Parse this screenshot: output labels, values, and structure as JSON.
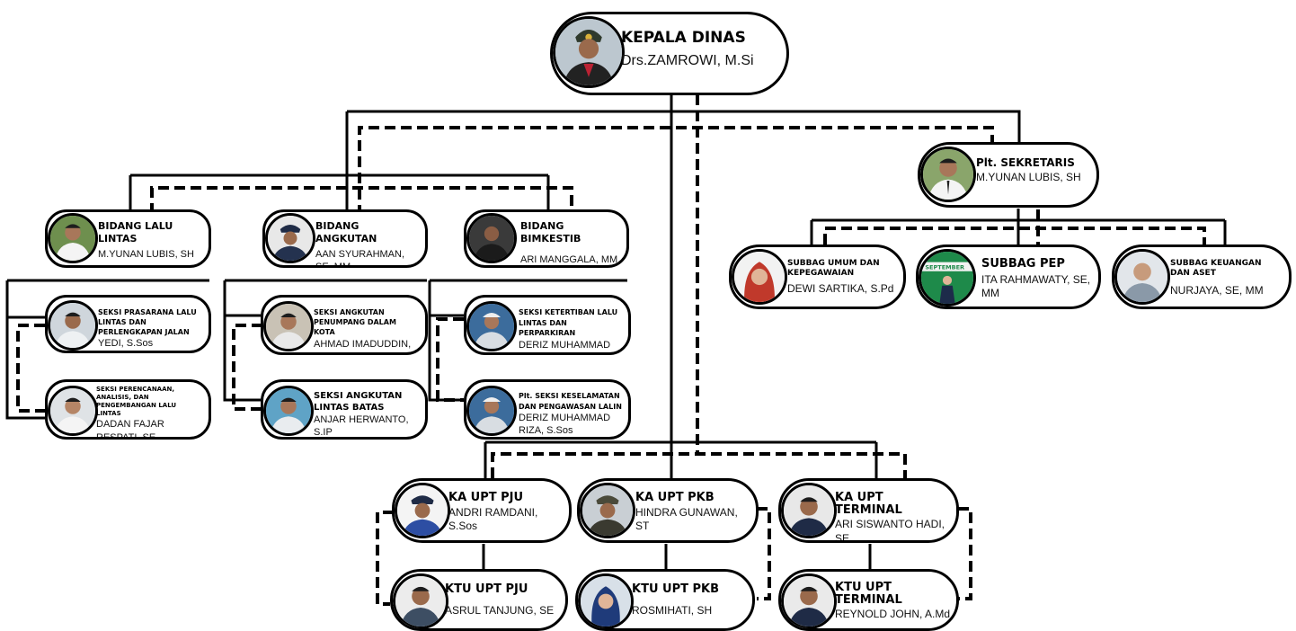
{
  "head": {
    "title": "KEPALA DINAS",
    "name": "Drs.ZAMROWI, M.Si"
  },
  "sekretaris": {
    "title": "Plt. SEKRETARIS",
    "name": "M.YUNAN LUBIS, SH"
  },
  "bidang": [
    {
      "title": "BIDANG LALU LINTAS",
      "name": "M.YUNAN LUBIS, SH"
    },
    {
      "title": "BIDANG ANGKUTAN",
      "name": "AAN SYURAHMAN, SE, MM"
    },
    {
      "title": "BIDANG BIMKESTIB",
      "name": "ARI MANGGALA, MM"
    }
  ],
  "seksi": [
    {
      "title": "SEKSI PRASARANA LALU LINTAS DAN PERLENGKAPAN JALAN",
      "name": "YEDI, S.Sos"
    },
    {
      "title": "SEKSI PERENCANAAN, ANALISIS, DAN PENGEMBANGAN LALU LINTAS",
      "name": "DADAN FAJAR RESPATI, SE"
    },
    {
      "title": "SEKSI ANGKUTAN PENUMPANG DALAM KOTA",
      "name": "AHMAD IMADUDDIN, SE"
    },
    {
      "title": "SEKSI ANGKUTAN LINTAS BATAS",
      "name": "ANJAR HERWANTO, S.IP"
    },
    {
      "title": "SEKSI KETERTIBAN LALU LINTAS DAN PERPARKIRAN",
      "name": "DERIZ MUHAMMAD RIZA, S.Sos"
    },
    {
      "title": "Plt. SEKSI KESELAMATAN DAN PENGAWASAN LALIN",
      "name": "DERIZ MUHAMMAD RIZA, S.Sos"
    }
  ],
  "subbag": [
    {
      "title": "SUBBAG UMUM DAN KEPEGAWAIAN",
      "name": "DEWI SARTIKA, S.Pd"
    },
    {
      "title": "SUBBAG PEP",
      "name": "ITA RAHMAWATY, SE, MM"
    },
    {
      "title": "SUBBAG KEUANGAN DAN ASET",
      "name": "NURJAYA, SE, MM"
    }
  ],
  "upt": [
    {
      "title": "KA UPT PJU",
      "name": "ANDRI RAMDANI, S.Sos"
    },
    {
      "title": "KA UPT PKB",
      "name": "HINDRA GUNAWAN, ST"
    },
    {
      "title": "KA UPT TERMINAL",
      "name": "ARI SISWANTO HADI, SE"
    }
  ],
  "ktu": [
    {
      "title": "KTU UPT PJU",
      "name": "ASRUL TANJUNG, SE"
    },
    {
      "title": "KTU UPT PKB",
      "name": "ROSMIHATI, SH"
    },
    {
      "title": "KTU UPT TERMINAL",
      "name": "REYNOLD JOHN, A.Md"
    }
  ],
  "photo_banner": "SEPTEMBER",
  "colors": {
    "line": "#000000",
    "box_border": "#000000",
    "box_fill": "#ffffff"
  }
}
